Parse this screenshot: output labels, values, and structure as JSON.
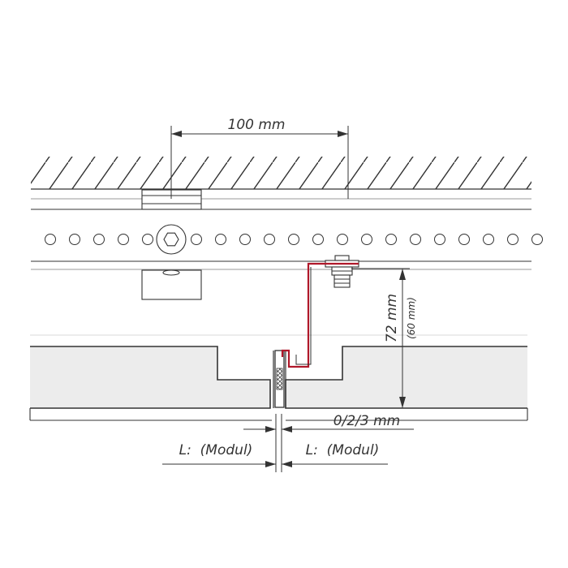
{
  "dimensions": {
    "bracket_spacing": "100 mm",
    "height_main": "72 mm",
    "height_alt": "(60 mm)",
    "gap": "0/2/3 mm",
    "module_left": "L:  (Modul)",
    "module_right": "L:  (Modul)"
  },
  "colors": {
    "line": "#333333",
    "light_line": "#9a9a9a",
    "panel_fill": "#ececec",
    "clip": "#b0182a",
    "background": "#ffffff"
  }
}
